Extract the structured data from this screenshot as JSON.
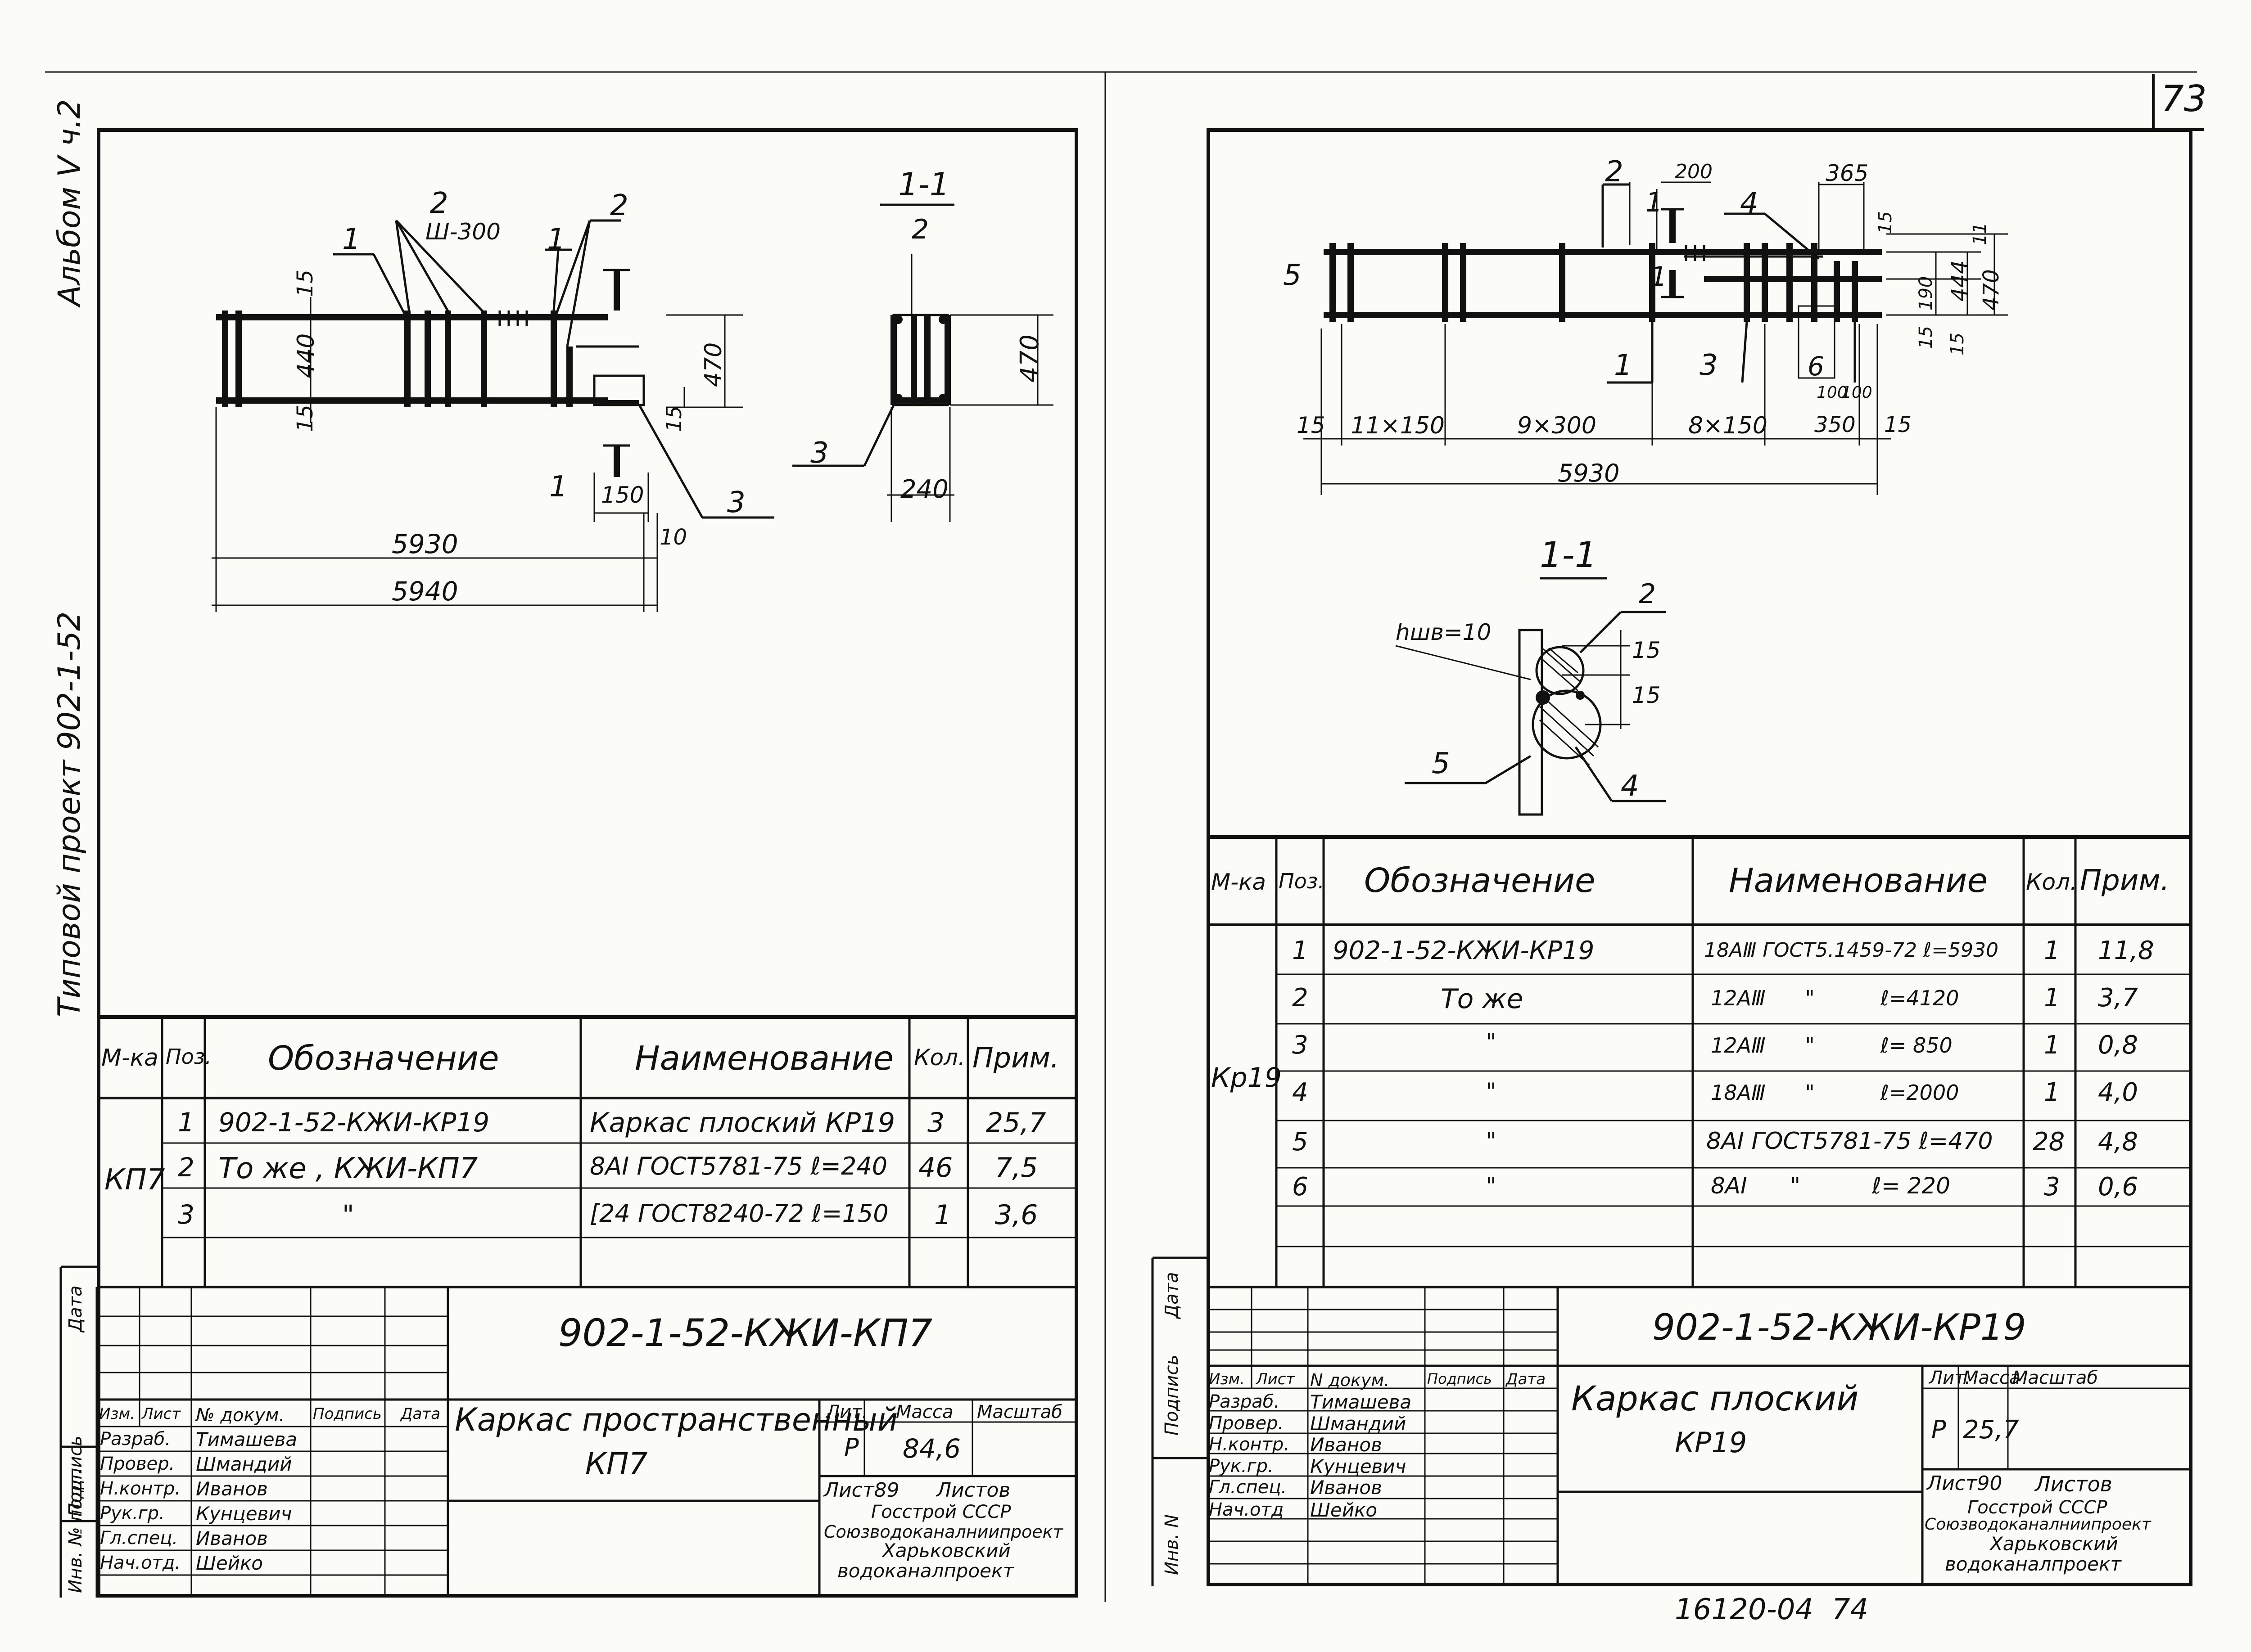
{
  "page_number": "73",
  "bottom_code": "16120-04  74",
  "side_text": {
    "album": "Альбом V ч.2",
    "project": "Типовой проект  902-1-52"
  },
  "left_sheet": {
    "dims": {
      "d5930": "5930",
      "d5940": "5940",
      "d440": "440",
      "d15a": "15",
      "d15b": "15",
      "d470": "470",
      "d150": "150",
      "d10": "10",
      "d15c": "15",
      "d240": "240",
      "d470b": "470",
      "sh300": "Ш-300",
      "c1": "1",
      "c1b": "1",
      "c1c": "1",
      "c2": "2",
      "c2b": "2",
      "c3": "3",
      "c3b": "3",
      "sec_title": "1-1",
      "sec_sub": "2"
    },
    "spec_headers": {
      "mka": "М-ка",
      "poz": "Поз.",
      "oboz": "Обозначение",
      "naim": "Наименование",
      "kol": "Кол.",
      "prim": "Прим."
    },
    "mark": "КП7",
    "rows": [
      {
        "poz": "1",
        "oboz": "902-1-52-КЖИ-КР19",
        "naim": "Каркас плоский  КР19",
        "kol": "3",
        "prim": "25,7"
      },
      {
        "poz": "2",
        "oboz": "То же ,   КЖИ-КП7",
        "naim": "8АI ГОСТ5781-75   ℓ=240",
        "kol": "46",
        "prim": "7,5"
      },
      {
        "poz": "3",
        "oboz": "\"",
        "naim": "[24 ГОСТ8240-72   ℓ=150",
        "kol": "1",
        "prim": "3,6"
      }
    ],
    "stamp": {
      "code": "902-1-52-КЖИ-КП7",
      "title_line1": "Каркас пространственный",
      "title_line2": "КП7",
      "lit_label": "Лит.",
      "mass_label": "Масса",
      "scale_label": "Масштаб",
      "lit": "Р",
      "mass": "84,6",
      "sheets_label": "Листов",
      "sheet": "Лист89",
      "org1": "Госстрой СССР",
      "org2": "Союзводоканалниипроект",
      "org3": "Харьковский",
      "org4": "водоканалпроект",
      "col_headers": [
        "Изм.",
        "Лист",
        "№ докум.",
        "Подпись",
        "Дата"
      ],
      "people": [
        {
          "role": "Разраб.",
          "name": "Тимашева"
        },
        {
          "role": "Провер.",
          "name": "Шмандий"
        },
        {
          "role": "Н.контр.",
          "name": "Иванов"
        },
        {
          "role": "Рук.гр.",
          "name": "Кунцевич"
        },
        {
          "role": "Гл.спец.",
          "name": "Иванов"
        },
        {
          "role": "Нач.отд.",
          "name": "Шейко"
        }
      ],
      "side_labels": [
        "Инв. № подл.",
        "Подпись",
        "Дата"
      ]
    }
  },
  "right_sheet": {
    "dims": {
      "d5930": "5930",
      "d15a": "15",
      "d11x150": "11×150",
      "d9x300": "9×300",
      "d8x150": "8×150",
      "d350": "350",
      "d15b": "15",
      "d100a": "100",
      "d100b": "100",
      "d200": "200",
      "d365": "365",
      "d15c": "15",
      "d11": "11",
      "d190": "190",
      "d444": "444",
      "d470": "470",
      "d15d": "15",
      "d15e": "15",
      "c1": "1",
      "c1b": "1",
      "c1c": "1",
      "c2": "2",
      "c3": "3",
      "c4": "4",
      "c5": "5",
      "c6": "6",
      "sec_title": "1-1",
      "hsh": "hшв=10",
      "s15a": "15",
      "s15b": "15",
      "s2": "2",
      "s4": "4",
      "s5": "5"
    },
    "spec_headers": {
      "mka": "М-ка",
      "poz": "Поз.",
      "oboz": "Обозначение",
      "naim": "Наименование",
      "kol": "Кол.",
      "prim": "Прим."
    },
    "mark": "Кр19",
    "rows": [
      {
        "poz": "1",
        "oboz": "902-1-52-КЖИ-КР19",
        "naim": "18АⅢ  ГОСТ5.1459-72  ℓ=5930",
        "kol": "1",
        "prim": "11,8"
      },
      {
        "poz": "2",
        "oboz": "То же",
        "naim": "12АⅢ      \"          ℓ=4120",
        "kol": "1",
        "prim": "3,7"
      },
      {
        "poz": "3",
        "oboz": "\"",
        "naim": "12АⅢ      \"          ℓ= 850",
        "kol": "1",
        "prim": "0,8"
      },
      {
        "poz": "4",
        "oboz": "\"",
        "naim": "18АⅢ      \"          ℓ=2000",
        "kol": "1",
        "prim": "4,0"
      },
      {
        "poz": "5",
        "oboz": "\"",
        "naim": "8АI ГОСТ5781-75  ℓ=470",
        "kol": "28",
        "prim": "4,8"
      },
      {
        "poz": "6",
        "oboz": "\"",
        "naim": "8АI      \"          ℓ= 220",
        "kol": "3",
        "prim": "0,6"
      }
    ],
    "stamp": {
      "code": "902-1-52-КЖИ-КР19",
      "title_line1": "Каркас плоский",
      "title_line2": "КР19",
      "lit_label": "Лит.",
      "mass_label": "Масса",
      "scale_label": "Масштаб",
      "lit": "Р",
      "mass": "25,7",
      "sheets_label": "Листов",
      "sheet": "Лист90",
      "org1": "Госстрой СССР",
      "org2": "Союзводоканалниипроект",
      "org3": "Харьковский",
      "org4": "водоканалпроект",
      "col_headers": [
        "Изм.",
        "Лист",
        "N докум.",
        "Подпись",
        "Дата"
      ],
      "people": [
        {
          "role": "Разраб.",
          "name": "Тимашева"
        },
        {
          "role": "Провер.",
          "name": "Шмандий"
        },
        {
          "role": "Н.контр.",
          "name": "Иванов"
        },
        {
          "role": "Рук.гр.",
          "name": "Кунцевич"
        },
        {
          "role": "Гл.спец.",
          "name": "Иванов"
        },
        {
          "role": "Нач.отд",
          "name": "Шейко"
        }
      ],
      "side_labels": [
        "Инв. N",
        "Подпись",
        "Дата"
      ]
    }
  }
}
